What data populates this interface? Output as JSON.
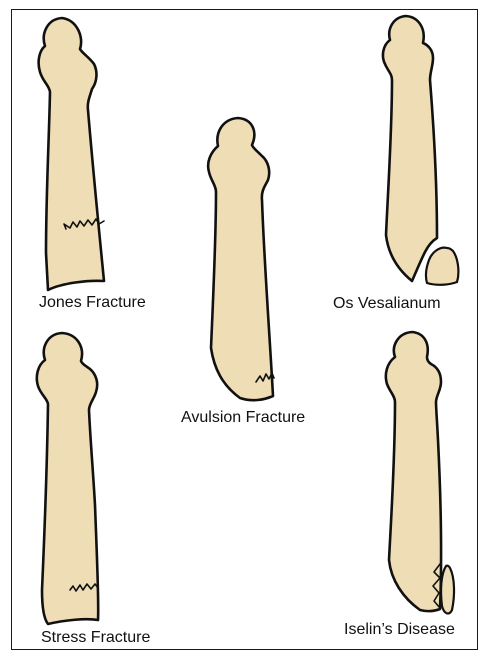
{
  "panels": [
    {
      "id": "jones",
      "label": "Jones Fracture"
    },
    {
      "id": "avulsion",
      "label": "Avulsion Fracture"
    },
    {
      "id": "os-vesalianum",
      "label": "Os Vesalianum"
    },
    {
      "id": "stress",
      "label": "Stress Fracture"
    },
    {
      "id": "iselin",
      "label": "Iselin’s Disease"
    }
  ],
  "colors": {
    "bone_fill": "#efddb5",
    "outline": "#111111",
    "border": "#1a1a1a",
    "background": "#ffffff"
  }
}
